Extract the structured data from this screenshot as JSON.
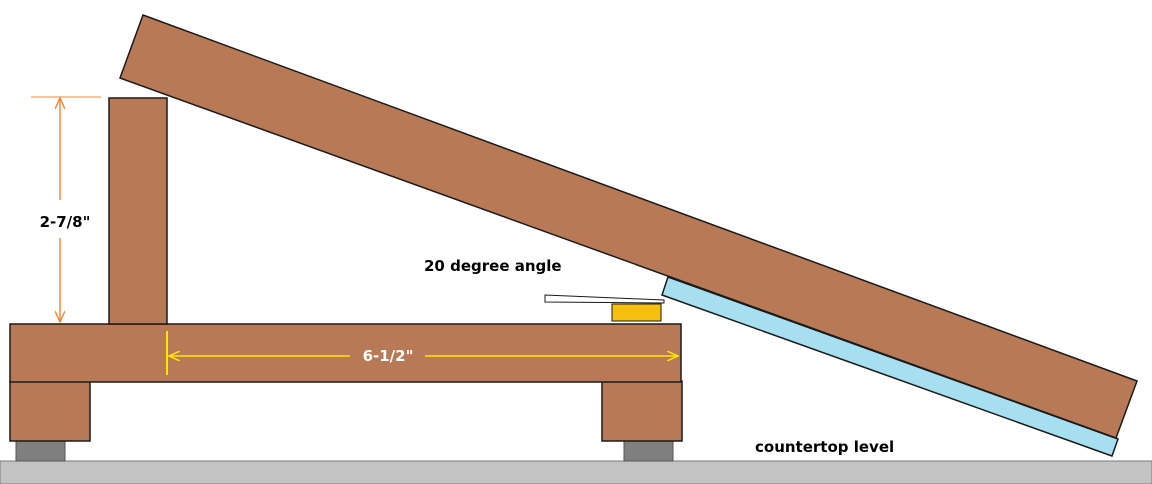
{
  "labels": {
    "height_dimension": "2-7/8\"",
    "width_dimension": "6-1/2\"",
    "angle_label": "20 degree angle",
    "surface_label": "countertop level"
  },
  "colors": {
    "wood": "#b87a56",
    "outline": "#1a1a1a",
    "countertop": "#c3c3c3",
    "feet": "#7f7f7f",
    "strip": "#a6dff0",
    "height_arrow": "#f08a3c",
    "width_arrow": "#ffe600",
    "level_block": "#f7c010"
  },
  "angle_degrees": 20
}
